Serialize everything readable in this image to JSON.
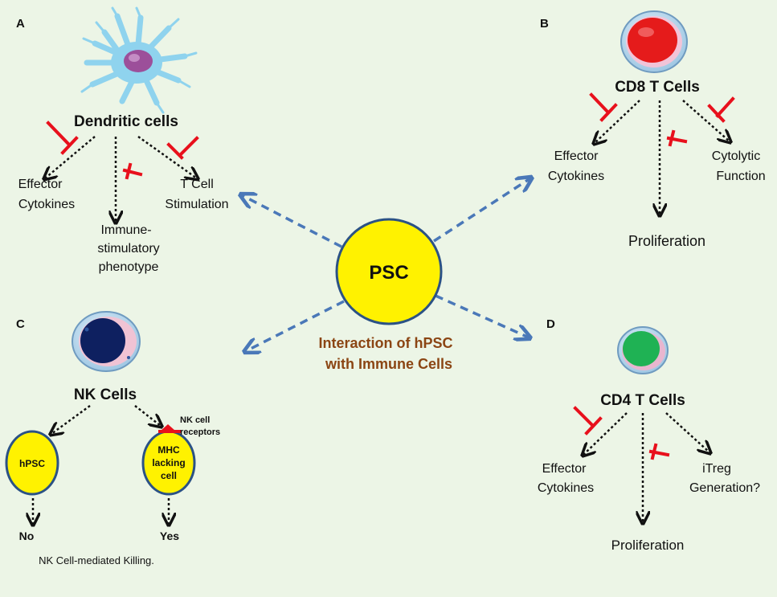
{
  "colors": {
    "background": "#ecf5e6",
    "inhibitor": "#e8101c",
    "link_arrow": "#4a78b8",
    "psc_fill": "#fff200",
    "caption": "#8b4513",
    "cd8_nucleus": "#e51b1b",
    "cd4_nucleus": "#1fb254",
    "nk_nucleus": "#0e2060",
    "dendritic_body": "#8fd3ee",
    "dendritic_nucleus": "#9c4f9a"
  },
  "center": {
    "label": "PSC",
    "caption_line1": "Interaction of hPSC",
    "caption_line2": "with Immune Cells"
  },
  "panel_a": {
    "letter": "A",
    "title": "Dendritic cells",
    "icon": "dendritic-cell-icon",
    "effector_1": "Effector",
    "effector_2": "Cytokines",
    "immune_1": "Immune-",
    "immune_2": "stimulatory",
    "immune_3": "phenotype",
    "tcell_1": "T Cell",
    "tcell_2": "Stimulation"
  },
  "panel_b": {
    "letter": "B",
    "title": "CD8 T Cells",
    "icon": "cd8-t-cell-icon",
    "effector_1": "Effector",
    "effector_2": "Cytokines",
    "proliferation": "Proliferation",
    "cytolytic_1": "Cytolytic",
    "cytolytic_2": "Function"
  },
  "panel_c": {
    "letter": "C",
    "title": "NK Cells",
    "icon": "nk-cell-icon",
    "hpsc": "hPSC",
    "mhc_1": "MHC",
    "mhc_2": "lacking",
    "mhc_3": "cell",
    "receptors_1": "NK cell",
    "receptors_2": "receptors",
    "no": "No",
    "yes": "Yes",
    "killing_caption": "NK Cell-mediated Killing."
  },
  "panel_d": {
    "letter": "D",
    "title": "CD4 T Cells",
    "icon": "cd4-t-cell-icon",
    "effector_1": "Effector",
    "effector_2": "Cytokines",
    "proliferation": "Proliferation",
    "itreg_1": "iTreg",
    "itreg_2": "Generation?"
  }
}
